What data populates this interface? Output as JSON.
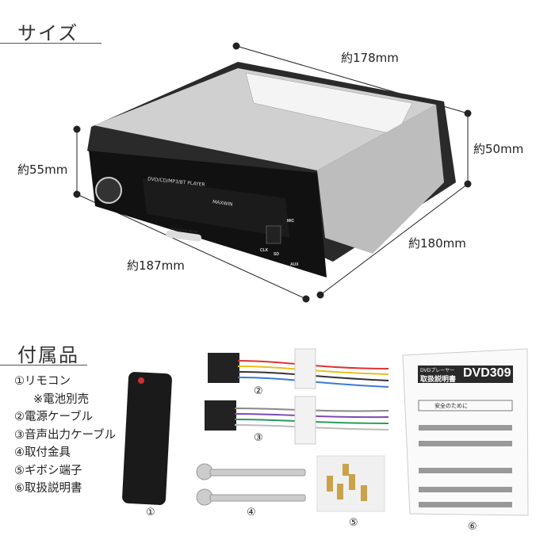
{
  "size_section": {
    "title": "サイズ",
    "dimensions": {
      "depth_top": "約178mm",
      "height_right": "約50mm",
      "height_left": "約55mm",
      "depth_right": "約180mm",
      "width_front": "約187mm"
    },
    "device": {
      "brand": "MAXWIN",
      "panel_text": "DVD/CD/MP3/BT PLAYER",
      "button_label": "BAND/AMS  MUTE",
      "labels": [
        "MIC",
        "CLK",
        "SD",
        "AUX"
      ]
    }
  },
  "accessories_section": {
    "title": "付属品",
    "items": [
      {
        "label": "①リモコン",
        "note": "※電池別売"
      },
      {
        "label": "②電源ケーブル"
      },
      {
        "label": "③音声出力ケーブル"
      },
      {
        "label": "④取付金具"
      },
      {
        "label": "⑤ギボシ端子"
      },
      {
        "label": "⑥取扱説明書"
      }
    ],
    "image_numbers": [
      "①",
      "②",
      "③",
      "④",
      "⑤",
      "⑥"
    ],
    "manual": {
      "subtitle": "DVDプレーヤー",
      "title": "取扱説明書",
      "model": "DVD309",
      "warning": "安全のために"
    }
  }
}
